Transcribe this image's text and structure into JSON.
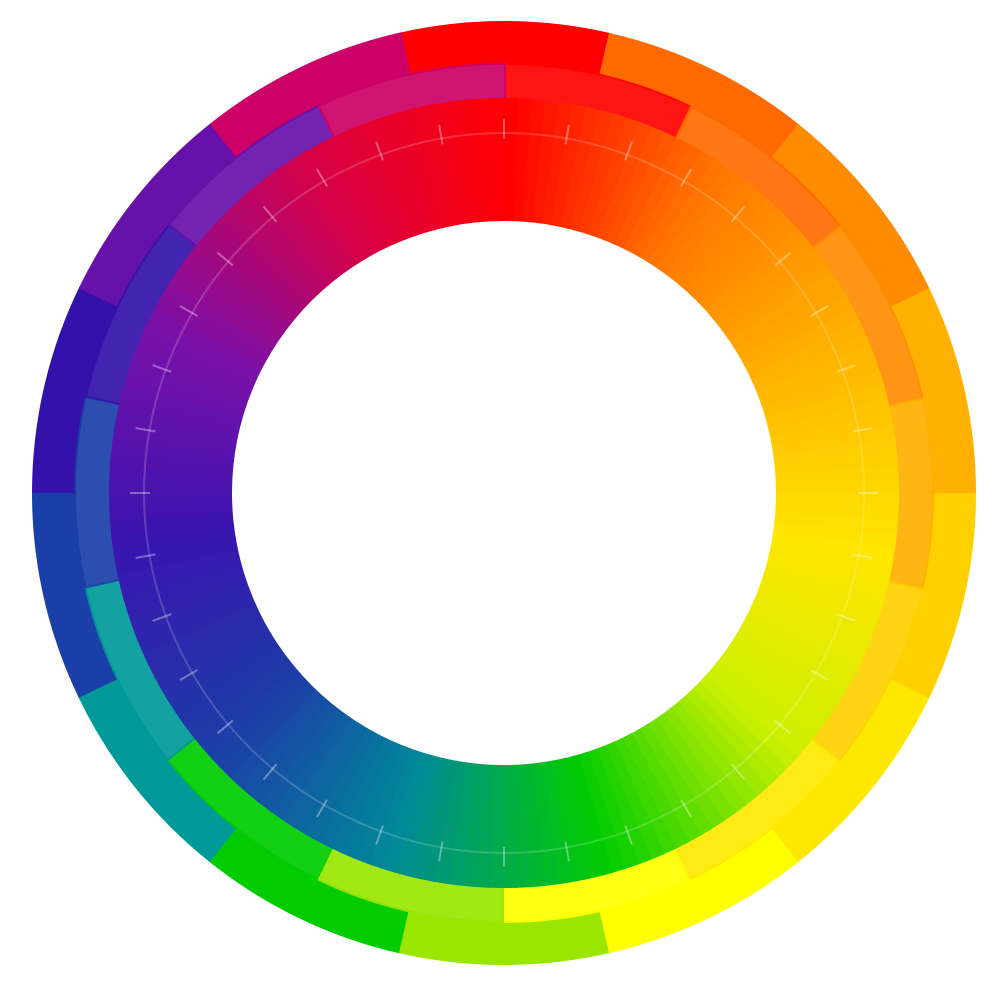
{
  "color_wheel": {
    "outer_segments": [
      {
        "hue": "red",
        "color": "#FF0000"
      },
      {
        "hue": "red-orange",
        "color": "#FF6A00"
      },
      {
        "hue": "orange",
        "color": "#FF8C00"
      },
      {
        "hue": "yellow-orange",
        "color": "#FFB000"
      },
      {
        "hue": "amber",
        "color": "#FFD000"
      },
      {
        "hue": "yellow",
        "color": "#FFE800"
      },
      {
        "hue": "yellow-green",
        "color": "#FFFF00"
      },
      {
        "hue": "chartreuse",
        "color": "#99E600"
      },
      {
        "hue": "green",
        "color": "#00CC00"
      },
      {
        "hue": "teal",
        "color": "#009999"
      },
      {
        "hue": "blue",
        "color": "#1A3FA8"
      },
      {
        "hue": "indigo",
        "color": "#3311AA"
      },
      {
        "hue": "violet",
        "color": "#6611AA"
      },
      {
        "hue": "magenta",
        "color": "#CC0066"
      }
    ],
    "inner_gradient_stops": [
      {
        "hue": "red",
        "color": "#FF0000"
      },
      {
        "hue": "orange",
        "color": "#FF7700"
      },
      {
        "hue": "amber",
        "color": "#FFB300"
      },
      {
        "hue": "yellow",
        "color": "#FFE600"
      },
      {
        "hue": "yellow-green",
        "color": "#CCF000"
      },
      {
        "hue": "green",
        "color": "#00CC00"
      },
      {
        "hue": "teal",
        "color": "#008899"
      },
      {
        "hue": "blue",
        "color": "#1E3AA8"
      },
      {
        "hue": "indigo",
        "color": "#3A14B0"
      },
      {
        "hue": "violet",
        "color": "#7A10A8"
      },
      {
        "hue": "magenta",
        "color": "#D4004A"
      }
    ],
    "tick_count": 36,
    "center_color": "#FFFFFF"
  }
}
